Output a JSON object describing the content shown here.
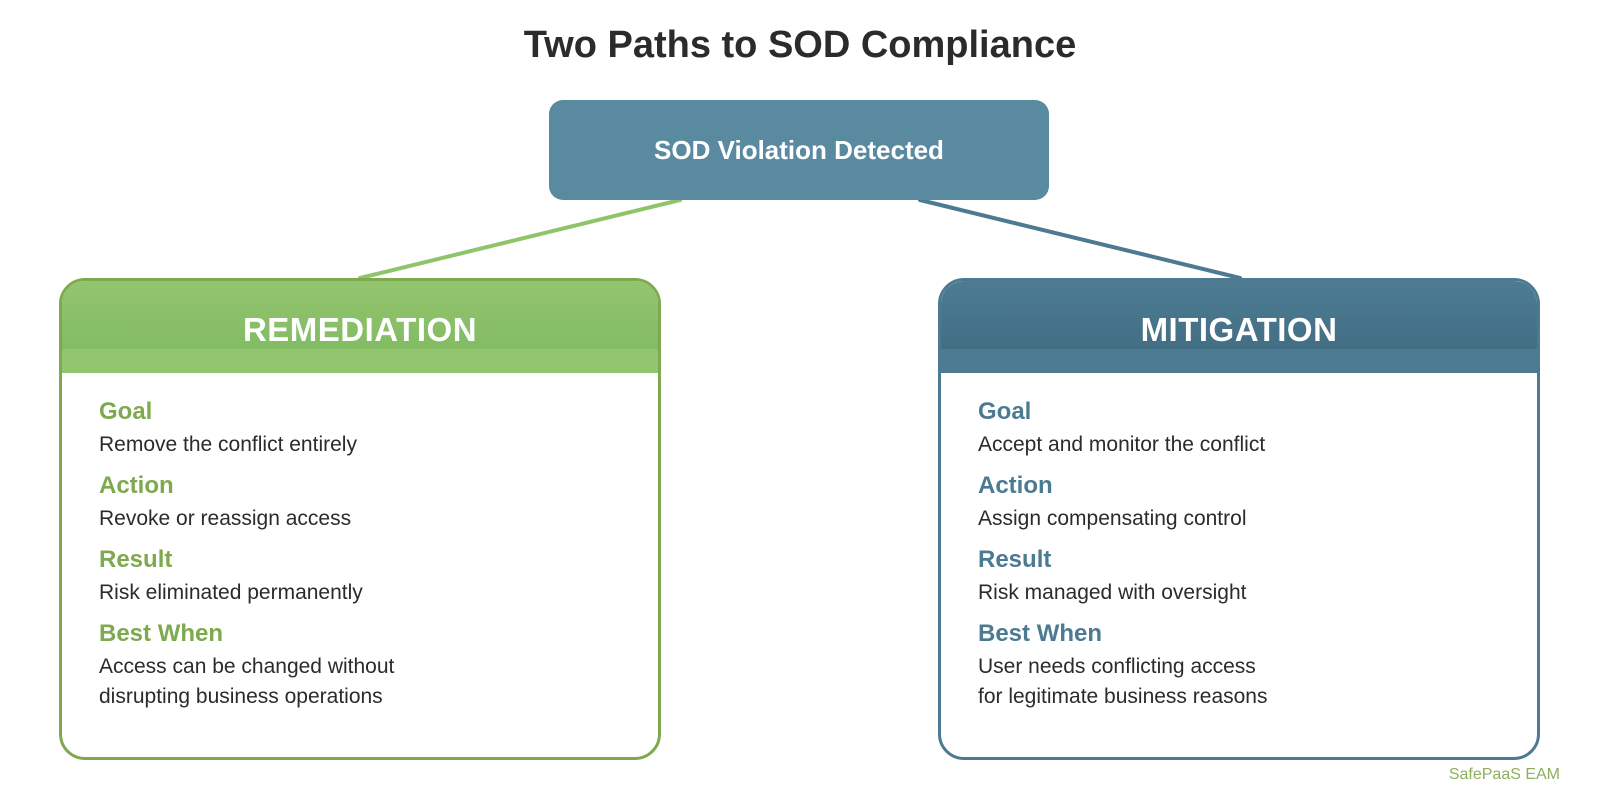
{
  "title": "Two Paths to SOD Compliance",
  "root": {
    "label": "SOD Violation Detected",
    "color": "#5a8aa0"
  },
  "panels": [
    {
      "name": "remediation",
      "title": "REMEDIATION",
      "color": "#7ea94e",
      "header_top": "#93c46e",
      "header_bottom": "#7cb95f",
      "connector_color": "#8fc56a",
      "sections": [
        {
          "label": "Goal",
          "text": "Remove the conflict entirely"
        },
        {
          "label": "Action",
          "text": "Revoke or reassign access"
        },
        {
          "label": "Result",
          "text": "Risk eliminated permanently"
        },
        {
          "label": "Best When",
          "text": "Access can be changed without\ndisrupting business operations"
        }
      ]
    },
    {
      "name": "mitigation",
      "title": "MITIGATION",
      "color": "#4c7a92",
      "header_top": "#4d7c92",
      "header_bottom": "#3f6a80",
      "connector_color": "#4c7a92",
      "sections": [
        {
          "label": "Goal",
          "text": "Accept and monitor the conflict"
        },
        {
          "label": "Action",
          "text": "Assign compensating control"
        },
        {
          "label": "Result",
          "text": "Risk managed with oversight"
        },
        {
          "label": "Best When",
          "text": "User needs conflicting access\nfor legitimate business reasons"
        }
      ]
    }
  ],
  "watermark": {
    "text": "SafePaaS EAM",
    "color": "#8fae5f"
  }
}
